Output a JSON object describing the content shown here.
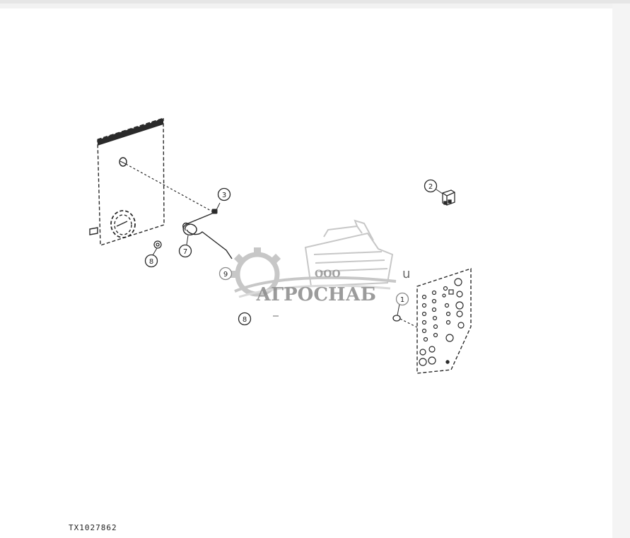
{
  "callouts": {
    "c1": "1",
    "c2": "2",
    "c3": "3",
    "c7": "7",
    "c8a": "8",
    "c8b": "8",
    "c9": "9"
  },
  "figure_id": "TX1027862",
  "watermark": {
    "company_prefix": "ООО",
    "company_name": "АГРОСНАБ",
    "fragment": "u"
  },
  "colors": {
    "line": "#2a2a2a",
    "watermark": "#9a9a9a"
  }
}
